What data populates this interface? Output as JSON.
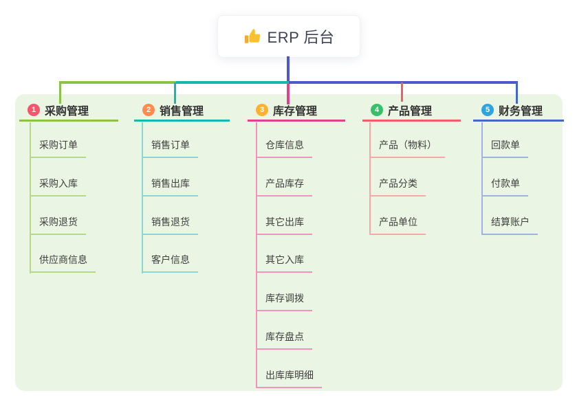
{
  "root": {
    "label": "ERP 后台",
    "icon": "thumbs-up-icon",
    "connector_color": "#4f58c8"
  },
  "panel": {
    "background": "#eaf6e3"
  },
  "branches": [
    {
      "number": "1",
      "label": "采购管理",
      "badge_color": "#f4566c",
      "line_color": "#8bc34a",
      "child_line_color": "#b5da85",
      "children": [
        "采购订单",
        "采购入库",
        "采购退货",
        "供应商信息"
      ]
    },
    {
      "number": "2",
      "label": "销售管理",
      "badge_color": "#ff8b4f",
      "line_color": "#14b8ae",
      "child_line_color": "#8ad7d1",
      "children": [
        "销售订单",
        "销售出库",
        "销售退货",
        "客户信息"
      ]
    },
    {
      "number": "3",
      "label": "库存管理",
      "badge_color": "#ffb12d",
      "line_color": "#e0418e",
      "child_line_color": "#f094bf",
      "children": [
        "仓库信息",
        "产品库存",
        "其它出库",
        "其它入库",
        "库存调拨",
        "库存盘点",
        "出库库明细"
      ]
    },
    {
      "number": "4",
      "label": "产品管理",
      "badge_color": "#36c06a",
      "line_color": "#f25c63",
      "child_line_color": "#f9a6a6",
      "children": [
        "产品（物料）",
        "产品分类",
        "产品单位"
      ]
    },
    {
      "number": "5",
      "label": "财务管理",
      "badge_color": "#2fa3dc",
      "line_color": "#4368c8",
      "child_line_color": "#9fb2e2",
      "children": [
        "回款单",
        "付款单",
        "结算账户"
      ]
    }
  ]
}
